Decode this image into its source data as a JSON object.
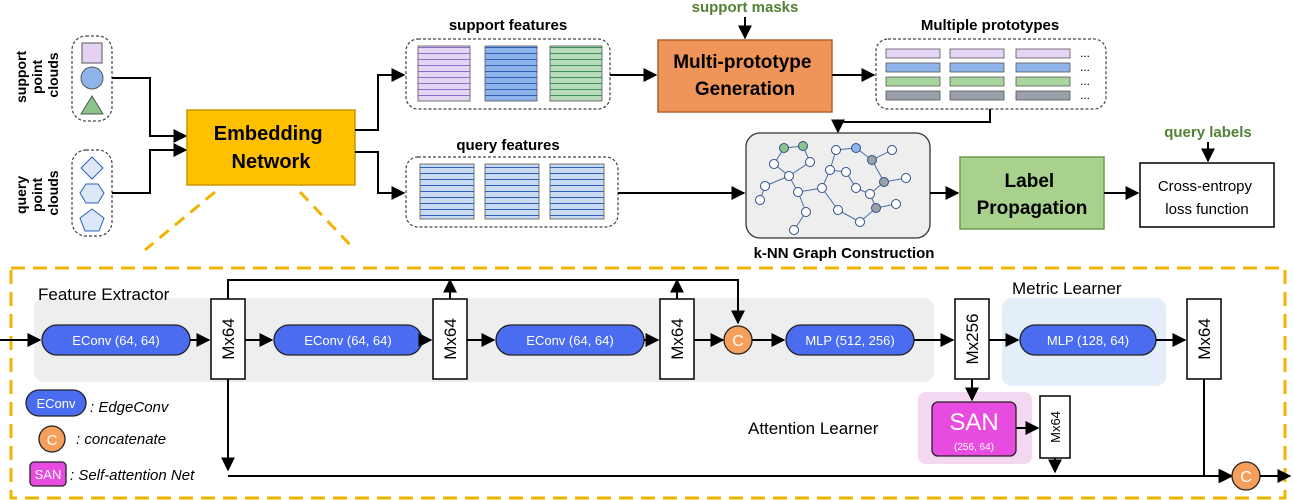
{
  "top": {
    "support_side_label": [
      "support",
      "point",
      "clouds"
    ],
    "query_side_label": [
      "query",
      "point",
      "clouds"
    ],
    "embedding_network": [
      "Embedding",
      "Network"
    ],
    "support_features": "support features",
    "query_features": "query features",
    "support_masks": "support masks",
    "multi_prototype": [
      "Multi-prototype",
      "Generation"
    ],
    "multiple_prototypes": "Multiple prototypes",
    "ellipsis": "...",
    "knn_graph": "k-NN Graph Construction",
    "label_propagation": [
      "Label",
      "Propagation"
    ],
    "query_labels": "query labels",
    "loss": [
      "Cross-entropy",
      "loss function"
    ]
  },
  "bottom": {
    "feature_extractor": "Feature Extractor",
    "metric_learner": "Metric Learner",
    "attention_learner": "Attention Learner",
    "econv_blocks": [
      "EConv (64, 64)",
      "EConv (64, 64)",
      "EConv (64, 64)"
    ],
    "mx64": "Mx64",
    "mx256": "Mx256",
    "concat": "C",
    "mlp1": "MLP (512, 256)",
    "mlp2": "MLP (128, 64)",
    "san": "SAN",
    "san_dims": "(256, 64)"
  },
  "legend": {
    "econv_key": "EConv",
    "econv_desc": ": EdgeConv",
    "concat_key": "C",
    "concat_desc": ": concatenate",
    "san_key": "SAN",
    "san_desc": ": Self-attention Net"
  },
  "colors": {
    "embedding": "#FFC000",
    "multiproto": "#F0955A",
    "label_prop": "#A9D18E",
    "econv": "#4A6CF0",
    "concat": "#F4A05C",
    "san": "#E84BE0",
    "san_bg": "#F4D8F2",
    "metric_bg": "#E3EEF9",
    "extractor_bg": "#EEEEEE",
    "green_text": "#538135",
    "dashed": "#F0B400"
  }
}
